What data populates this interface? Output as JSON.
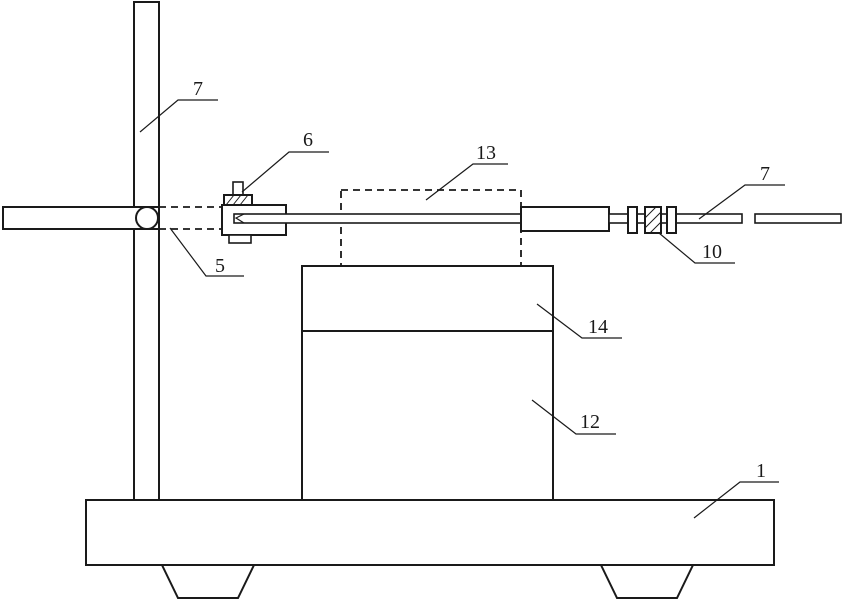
{
  "labels": {
    "base": "1",
    "upper_block": "14",
    "lower_block": "12",
    "box": "13",
    "clamp": "6",
    "joint": "5",
    "post": "7",
    "rod_end": "7",
    "collar": "10"
  },
  "colors": {
    "stroke": "#1a1a1a",
    "background": "#ffffff"
  }
}
